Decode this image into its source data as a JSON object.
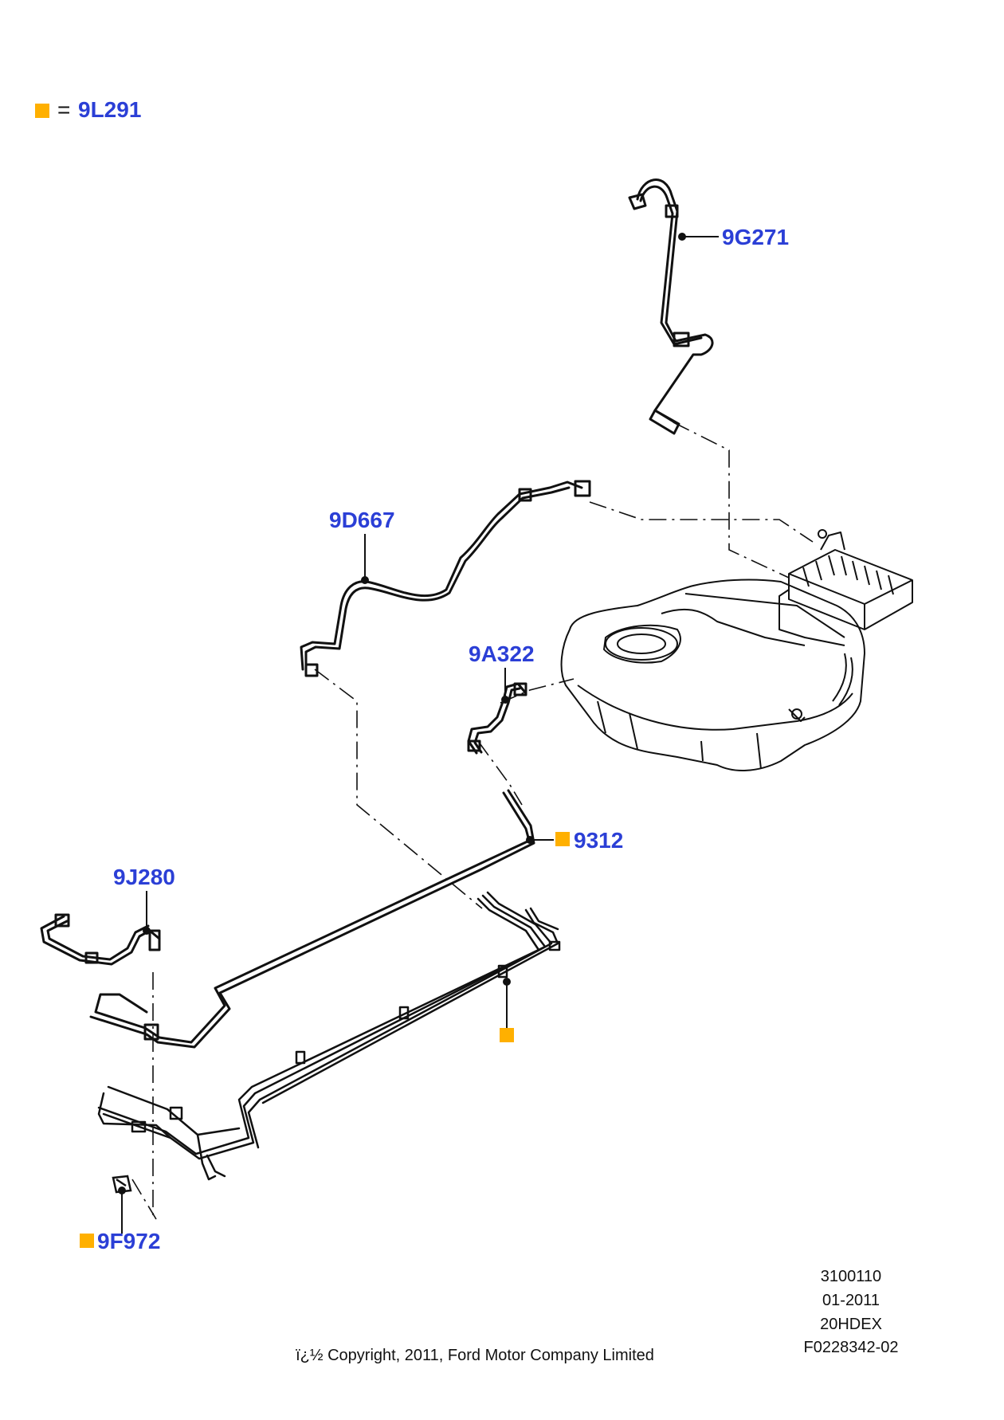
{
  "legend": {
    "equals": "=",
    "part": "9L291"
  },
  "callouts": {
    "p9G271": "9G271",
    "p9D667": "9D667",
    "p9A322": "9A322",
    "p9312": "9312",
    "p9J280": "9J280",
    "p9F972": "9F972"
  },
  "meta": {
    "line1": "3100110",
    "line2": "01-2011",
    "line3": "20HDEX",
    "line4": "F0228342-02"
  },
  "copyright": "ï¿½ Copyright, 2011, Ford Motor Company Limited",
  "colors": {
    "label": "#2b3fd6",
    "marker": "#ffb000",
    "ink": "#111111"
  },
  "icons": {
    "legend_marker": "orange-square-icon"
  }
}
